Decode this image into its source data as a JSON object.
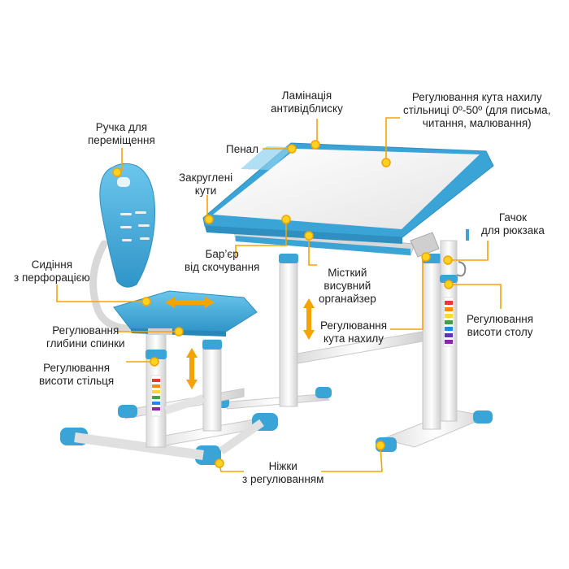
{
  "product": "children desk and chair set",
  "colors": {
    "accent": "#4fb3e0",
    "accent_dark": "#2e8fc0",
    "frame": "#f2f2f2",
    "callout": "#f5a300",
    "marker": "#ffd21f"
  },
  "labels": {
    "lamination": [
      "Ламінація",
      "антивідблиску"
    ],
    "tilt_angle_adjust": [
      "Регулювання кута нахилу",
      "стільниці 0º-50º (для письма,",
      "читання, малювання)"
    ],
    "handle": [
      "Ручка для",
      "переміщення"
    ],
    "pencil_case": [
      "Пенал"
    ],
    "rounded_corners": [
      "Закруглені",
      "кути"
    ],
    "bag_hook": [
      "Гачок",
      "для рюкзака"
    ],
    "seat": [
      "Сидіння",
      "з перфорацією"
    ],
    "anti_slip_barrier": [
      "Бар’єр",
      "від скочування"
    ],
    "drawer": [
      "Місткий",
      "висувний",
      "органайзер"
    ],
    "table_height": [
      "Регулювання",
      "висоти столу"
    ],
    "back_depth": [
      "Регулювання",
      "глибини спинки"
    ],
    "tilt_adjust": [
      "Регулювання",
      "кута нахилу"
    ],
    "chair_height": [
      "Регулювання",
      "висоти стільця"
    ],
    "feet": [
      "Ніжки",
      "з регулюванням"
    ]
  }
}
